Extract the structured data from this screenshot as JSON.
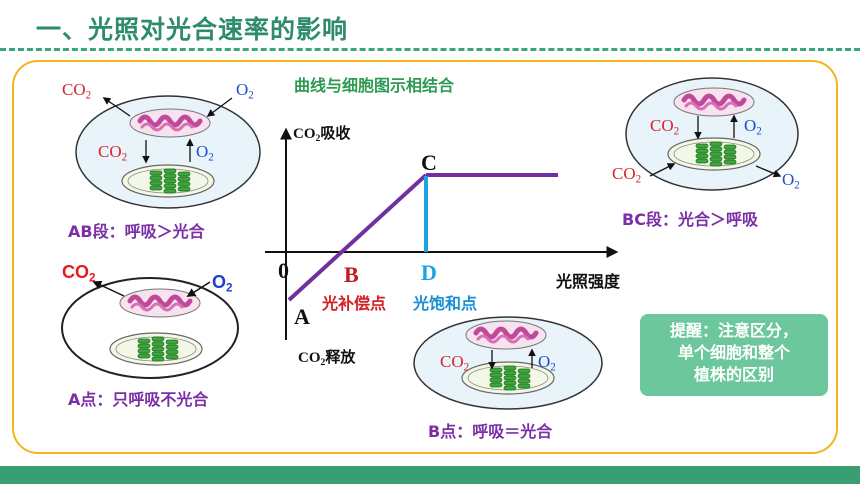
{
  "header": {
    "title": "一、光照对光合速率的影响"
  },
  "subtitle": "曲线与细胞图示相结合",
  "graph": {
    "y_axis_label_top": {
      "gas": "CO",
      "sub": "2",
      "text": "吸收"
    },
    "y_axis_label_bottom": {
      "gas": "CO",
      "sub": "2",
      "text": "释放"
    },
    "x_axis_label": "光照强度",
    "origin": "0",
    "points": {
      "A": "A",
      "B": "B",
      "C": "C",
      "D": "D"
    },
    "b_label": "光补偿点",
    "d_label": "光饱和点"
  },
  "cells": {
    "ab": {
      "caption": "AB段：呼吸＞光合",
      "co2_out": "CO",
      "o2_in": "O",
      "co2_inner": "CO",
      "o2_inner": "O",
      "sub": "2"
    },
    "a": {
      "caption": "A点：只呼吸不光合",
      "co2": "CO",
      "o2": "O",
      "sub": "2"
    },
    "b": {
      "caption": "B点：呼吸＝光合",
      "co2": "CO",
      "o2": "O",
      "sub": "2"
    },
    "bc": {
      "caption": "BC段：光合＞呼吸",
      "co2_inner": "CO",
      "o2_inner": "O",
      "co2_in": "CO",
      "o2_out": "O",
      "sub": "2"
    }
  },
  "note": {
    "lines": [
      "提醒：注意区分，",
      "单个细胞和整个",
      "植株的区别"
    ]
  },
  "colors": {
    "title": "#2e8b6e",
    "frame": "#f2b618",
    "curve": "#7030a0",
    "saturation": "#1fa2e0",
    "caption": "#7b2fa6",
    "note_bg": "#6cc79c",
    "footer": "#3a9e73"
  }
}
